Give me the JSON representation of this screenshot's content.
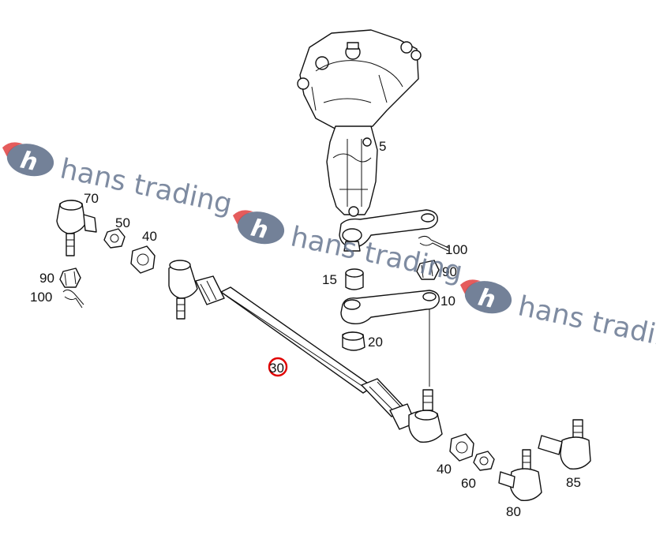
{
  "watermark": {
    "text": "hans trading",
    "logo_letter": "h",
    "colors": {
      "text": "#5f6f8a",
      "logo_oval": "#5b6b86",
      "logo_accent": "#e04040"
    }
  },
  "highlight_color": "#e00000",
  "callouts": {
    "c5": "5",
    "c70": "70",
    "c50_top": "50",
    "c40_top": "40",
    "c90_left": "90",
    "c100_left": "100",
    "c100_right": "100",
    "c90_right": "90",
    "c15": "15",
    "c10": "10",
    "c20": "20",
    "c30": "30",
    "c40_bottom": "40",
    "c60": "60",
    "c80": "80",
    "c85": "85"
  }
}
